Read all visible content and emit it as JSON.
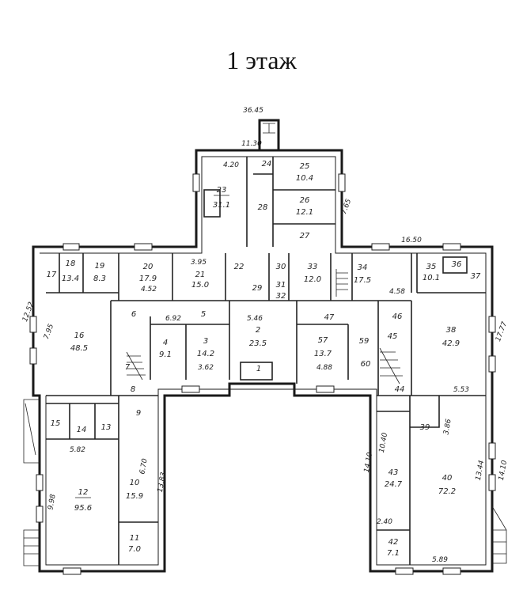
{
  "title": "1 этаж",
  "rooms": {
    "r1": {
      "n": "1"
    },
    "r2": {
      "n": "2",
      "a": "23.5"
    },
    "r3": {
      "n": "3",
      "a": "14.2"
    },
    "r4": {
      "n": "4",
      "a": "9.1"
    },
    "r5": {
      "n": "5"
    },
    "r6": {
      "n": "6"
    },
    "r7": {
      "n": "7"
    },
    "r8": {
      "n": "8"
    },
    "r9": {
      "n": "9"
    },
    "r10": {
      "n": "10",
      "a": "15.9"
    },
    "r11": {
      "n": "11",
      "a": "7.0"
    },
    "r12": {
      "n": "12",
      "a": "95.6"
    },
    "r13": {
      "n": "13"
    },
    "r14": {
      "n": "14"
    },
    "r15": {
      "n": "15"
    },
    "r16": {
      "n": "16",
      "a": "48.5"
    },
    "r17": {
      "n": "17"
    },
    "r18": {
      "n": "18",
      "a": "13.4"
    },
    "r19": {
      "n": "19",
      "a": "8.3"
    },
    "r20": {
      "n": "20",
      "a": "17.9"
    },
    "r21": {
      "n": "21",
      "a": "15.0"
    },
    "r22": {
      "n": "22"
    },
    "r23": {
      "n": "23",
      "a": "31.1"
    },
    "r24": {
      "n": "24"
    },
    "r25": {
      "n": "25",
      "a": "10.4"
    },
    "r26": {
      "n": "26",
      "a": "12.1"
    },
    "r27": {
      "n": "27"
    },
    "r28": {
      "n": "28"
    },
    "r29": {
      "n": "29"
    },
    "r30": {
      "n": "30"
    },
    "r31": {
      "n": "31"
    },
    "r32": {
      "n": "32"
    },
    "r33": {
      "n": "33",
      "a": "12.0"
    },
    "r34": {
      "n": "34",
      "a": "17.5"
    },
    "r35": {
      "n": "35",
      "a": "10.1"
    },
    "r36": {
      "n": "36"
    },
    "r37": {
      "n": "37"
    },
    "r38": {
      "n": "38",
      "a": "42.9"
    },
    "r39": {
      "n": "39"
    },
    "r40": {
      "n": "40",
      "a": "72.2"
    },
    "r42": {
      "n": "42",
      "a": "7.1"
    },
    "r43": {
      "n": "43",
      "a": "24.7"
    },
    "r44": {
      "n": "44"
    },
    "r45": {
      "n": "45"
    },
    "r46": {
      "n": "46"
    },
    "r47": {
      "n": "47"
    },
    "r57": {
      "n": "57",
      "a": "13.7"
    },
    "r59": {
      "n": "59"
    },
    "r60": {
      "n": "60"
    }
  },
  "dims": {
    "total_width": "36.45",
    "top_width": "11.30",
    "d420": "4.20",
    "d765": "7.65",
    "d1650": "16.50",
    "d1252": "12.52",
    "d795": "7.95",
    "d395": "3.95",
    "d452": "4.52",
    "d692": "6.92",
    "d546": "5.46",
    "d362": "3.62",
    "d488": "4.88",
    "d458": "4.58",
    "d1777": "17.77",
    "d553": "5.53",
    "d1410a": "14.10",
    "d1040": "10.40",
    "d1410b": "14.10",
    "d1344": "13.44",
    "d240": "2.40",
    "d589": "5.89",
    "d582": "5.82",
    "d998": "9.98",
    "d1383": "13.83",
    "d670": "6.70",
    "d386": "3.86"
  }
}
